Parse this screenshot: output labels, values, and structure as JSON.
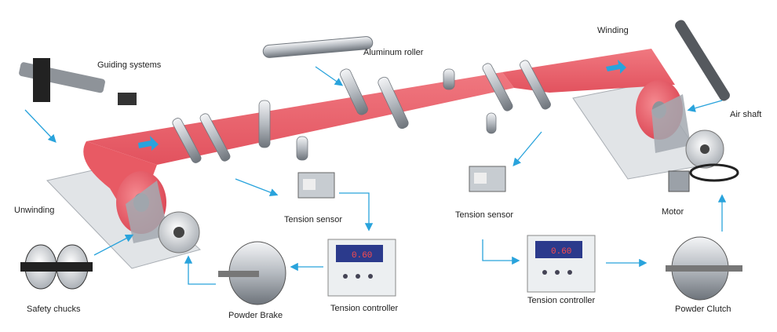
{
  "labels": {
    "guiding_systems": "Guiding systems",
    "aluminum_roller": "Aluminum roller",
    "winding": "Winding",
    "air_shaft": "Air shaft",
    "unwinding": "Unwinding",
    "tension_sensor_left": "Tension sensor",
    "tension_sensor_right": "Tension sensor",
    "motor": "Motor",
    "safety_chucks": "Safety chucks",
    "powder_brake": "Powder Brake",
    "tension_controller_left": "Tension controller",
    "tension_controller_right": "Tension controller",
    "powder_clutch": "Powder Clutch"
  },
  "controller_display_left": "0.60",
  "controller_display_right": "0.60",
  "colors": {
    "web": "#ee5f6a",
    "web_dark": "#d9404f",
    "arrow": "#29a3dc",
    "steel": "#b9bec4",
    "plate": "#dfe2e5",
    "panel": "#2b3a8c"
  },
  "icons": [
    "direction-arrow-icon",
    "flow-arrow-icon"
  ]
}
